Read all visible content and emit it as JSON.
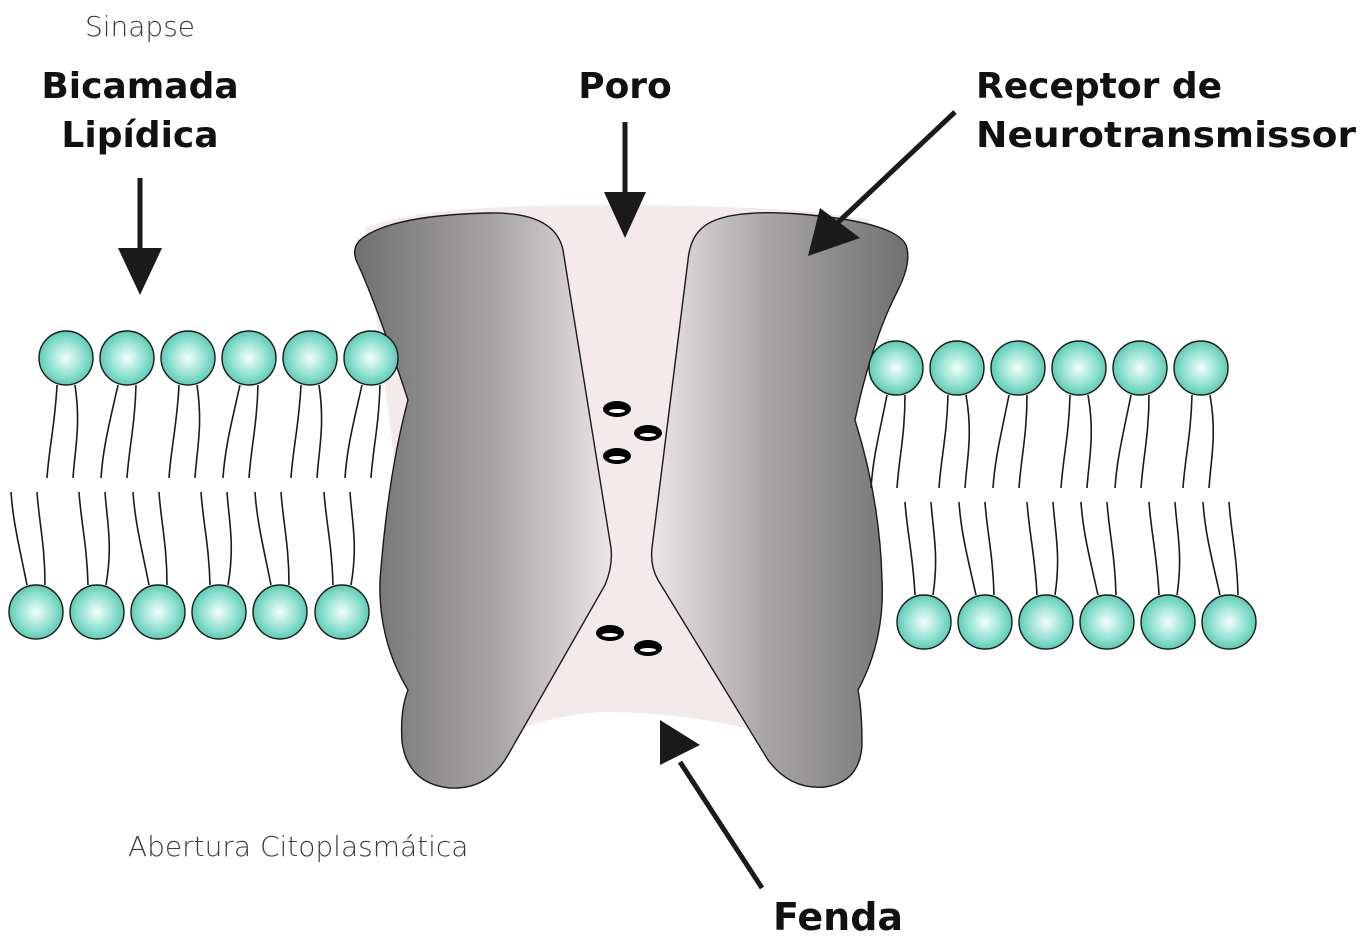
{
  "labels": {
    "top_left": "Sinapse",
    "lipid_bilayer": [
      "Bicamada",
      "Lipídica"
    ],
    "pore": "Poro",
    "receptor": [
      "Receptor de",
      "Neurotransmissor"
    ],
    "bottom_left": "Abertura Citoplasmática",
    "cleft": "Fenda"
  },
  "colors": {
    "lipid_head_center": "#e8fbf6",
    "lipid_head_edge": "#4fc9b1",
    "receptor_dark": "#7a7a7a",
    "receptor_light": "#e9e3e5",
    "pore_fill": "#f3eaec",
    "ion": "#000000"
  }
}
